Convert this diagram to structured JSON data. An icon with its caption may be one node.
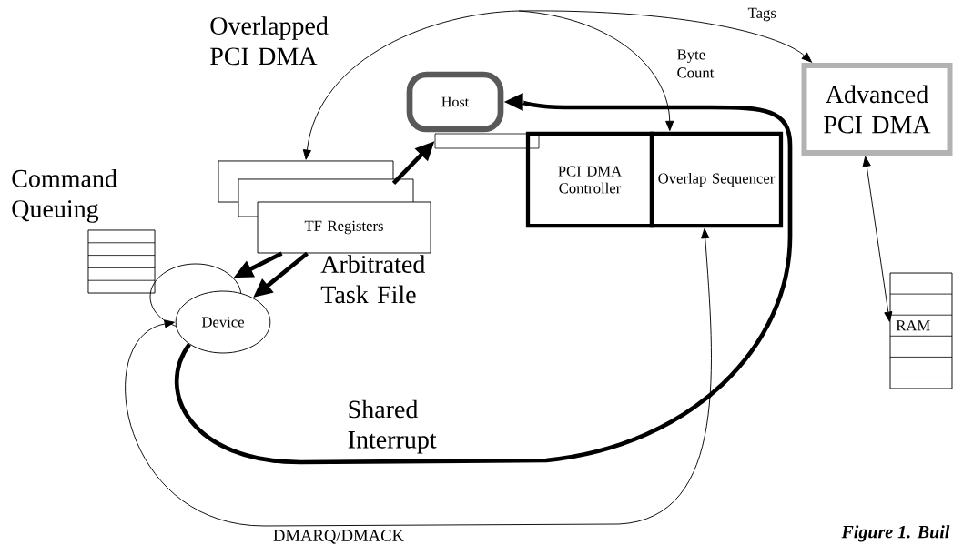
{
  "diagram": {
    "caption": "Figure 1. Buil",
    "nodes": [
      {
        "text": [
          "Host"
        ]
      },
      {
        "text": [],
        "shape": "bar"
      },
      {
        "text": [
          "PCI DMA Controller"
        ]
      },
      {
        "text": [
          "Overlap Sequencer"
        ]
      },
      {
        "text": [
          "Advanced PCI DMA"
        ]
      },
      {
        "text": [],
        "shape": "box"
      },
      {
        "text": [],
        "shape": "box"
      },
      {
        "text": [
          "TF Registers"
        ]
      },
      {
        "text": [
          "Command Queuing"
        ]
      },
      {
        "text": [],
        "shape": "circle"
      },
      {
        "text": [
          "Device"
        ]
      },
      {
        "text": [
          "RAM"
        ]
      }
    ],
    "edges": [
      {
        "from": 5,
        "to": 3,
        "arrow": "both",
        "label": "Byte Count"
      },
      {
        "from": 5,
        "to": 4,
        "arrow": "both",
        "label": "Tags"
      },
      {
        "from": 5,
        "to": 1,
        "arrow": "to",
        "style": "thick"
      },
      {
        "from": 7,
        "to": 9,
        "arrow": "to",
        "style": "thick"
      },
      {
        "from": 7,
        "to": 10,
        "arrow": "to",
        "style": "thick"
      },
      {
        "from": 10,
        "to": 0,
        "arrow": "to",
        "style": "thick",
        "label": "Shared Interrupt"
      },
      {
        "from": 10,
        "to": 3,
        "arrow": "both",
        "label": "DMARQ/DMACK"
      },
      {
        "from": 4,
        "to": 11,
        "arrow": "both"
      }
    ],
    "labels": [
      "Overlapped PCI DMA",
      "Arbitrated Task File"
    ]
  }
}
